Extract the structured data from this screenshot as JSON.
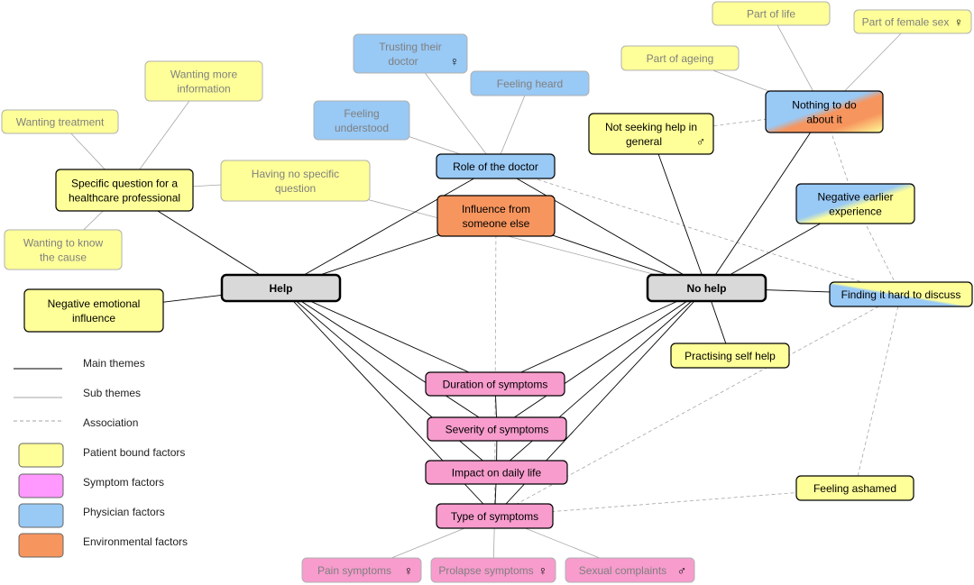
{
  "colors": {
    "patient": "#ffff99",
    "symptom": "#f79ccd",
    "physician": "#99c9f5",
    "environmental": "#f7955e",
    "hub": "#d9d9d9",
    "main_line": "#000000",
    "sub_line": "#a6a6a6",
    "assoc_line": "#a6a6a6"
  },
  "nodes": {
    "help": {
      "label": [
        "Help"
      ],
      "type": "hub"
    },
    "no_help": {
      "label": [
        "No help"
      ],
      "type": "hub"
    },
    "specific_question": {
      "label": [
        "Specific question for a",
        "healthcare professional"
      ],
      "type": "patient",
      "level": "main"
    },
    "wanting_treatment": {
      "label": [
        "Wanting treatment"
      ],
      "type": "patient",
      "level": "sub"
    },
    "wanting_info": {
      "label": [
        "Wanting more",
        "information"
      ],
      "type": "patient",
      "level": "sub"
    },
    "wanting_cause": {
      "label": [
        "Wanting to know",
        "the cause"
      ],
      "type": "patient",
      "level": "sub"
    },
    "no_specific_question": {
      "label": [
        "Having no specific",
        "question"
      ],
      "type": "patient",
      "level": "sub"
    },
    "negative_emotional": {
      "label": [
        "Negative emotional",
        "influence"
      ],
      "type": "patient",
      "level": "main"
    },
    "trusting_doctor": {
      "label": [
        "Trusting their",
        "doctor"
      ],
      "type": "physician",
      "level": "sub",
      "symbol": "♀"
    },
    "feeling_heard": {
      "label": [
        "Feeling heard"
      ],
      "type": "physician",
      "level": "sub"
    },
    "feeling_understood": {
      "label": [
        "Feeling",
        "understood"
      ],
      "type": "physician",
      "level": "sub"
    },
    "role_doctor": {
      "label": [
        "Role of the doctor"
      ],
      "type": "physician",
      "level": "main"
    },
    "influence_else": {
      "label": [
        "Influence from",
        "someone else"
      ],
      "type": "environmental",
      "level": "main"
    },
    "not_seeking": {
      "label": [
        "Not seeking help in",
        "general"
      ],
      "type": "patient",
      "level": "main",
      "symbol": "♂"
    },
    "nothing_to_do": {
      "label": [
        "Nothing to do",
        "about it"
      ],
      "type": "mixed-orange",
      "level": "main"
    },
    "part_of_life": {
      "label": [
        "Part of life"
      ],
      "type": "patient",
      "level": "sub"
    },
    "part_of_female": {
      "label": [
        "Part of female sex"
      ],
      "type": "patient",
      "level": "sub",
      "symbol": "♀"
    },
    "part_of_ageing": {
      "label": [
        "Part of ageing"
      ],
      "type": "patient",
      "level": "sub"
    },
    "negative_earlier": {
      "label": [
        "Negative earlier",
        "experience"
      ],
      "type": "mixed-yellow",
      "level": "main"
    },
    "finding_hard": {
      "label": [
        "Finding it hard to discuss"
      ],
      "type": "mixed-yellow",
      "level": "main"
    },
    "practising_self": {
      "label": [
        "Practising self help"
      ],
      "type": "patient",
      "level": "main"
    },
    "feeling_ashamed": {
      "label": [
        "Feeling ashamed"
      ],
      "type": "patient",
      "level": "main"
    },
    "duration": {
      "label": [
        "Duration of symptoms"
      ],
      "type": "symptom",
      "level": "main"
    },
    "severity": {
      "label": [
        "Severity of symptoms"
      ],
      "type": "symptom",
      "level": "main"
    },
    "impact": {
      "label": [
        "Impact on daily life"
      ],
      "type": "symptom",
      "level": "main"
    },
    "type_symptoms": {
      "label": [
        "Type of symptoms"
      ],
      "type": "symptom",
      "level": "main"
    },
    "pain": {
      "label": [
        "Pain symptoms"
      ],
      "type": "symptom",
      "level": "sub",
      "symbol": "♀"
    },
    "prolapse": {
      "label": [
        "Prolapse symptoms"
      ],
      "type": "symptom",
      "level": "sub",
      "symbol": "♀"
    },
    "sexual": {
      "label": [
        "Sexual complaints"
      ],
      "type": "symptom",
      "level": "sub",
      "symbol": "♂"
    }
  },
  "legend": {
    "main_themes": "Main themes",
    "sub_themes": "Sub themes",
    "association": "Association",
    "patient": "Patient bound factors",
    "symptom": "Symptom  factors",
    "physician": "Physician factors",
    "environmental": "Environmental factors"
  }
}
